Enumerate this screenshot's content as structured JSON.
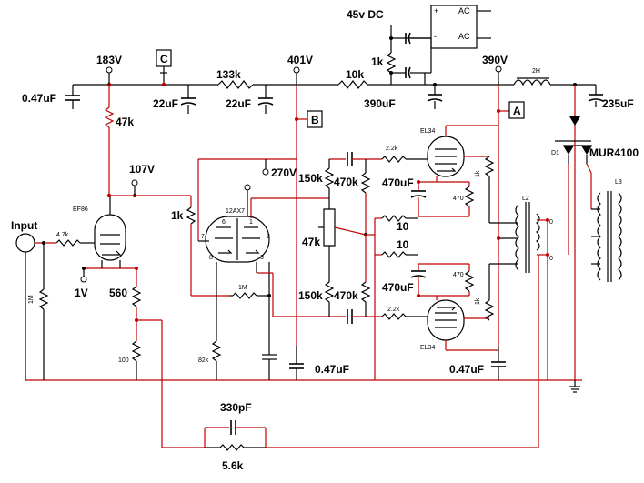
{
  "labels": {
    "supply_45v": "45v DC",
    "v183": "183V",
    "v401": "401V",
    "v390": "390V",
    "v107": "107V",
    "v270": "270V",
    "v1": "1V",
    "c047_left": "0.47uF",
    "c22_a": "22uF",
    "c22_b": "22uF",
    "c390": "390uF",
    "c235": "235uF",
    "r133k": "133k",
    "r10k": "10k",
    "r1k_top": "1k",
    "r47k_plate": "47k",
    "r1k_grid": "1k",
    "r150k_top": "150k",
    "r470k_top": "470k",
    "r47k_pot": "47k",
    "r150k_bot": "150k",
    "r470k_bot": "470k",
    "c470_top": "470uF",
    "c470_bot": "470uF",
    "r10_top": "10",
    "r10_bot": "10",
    "r560": "560",
    "c047_mid": "0.47uF",
    "c047_right": "0.47uF",
    "c330p": "330pF",
    "r5_6k": "5.6k",
    "input": "Input",
    "diode": "MUR4100",
    "choke": "2H",
    "box_c": "C",
    "box_b": "B",
    "box_a": "A",
    "ac1": "AC",
    "ac2": "AC",
    "plus": "+",
    "minus": "-",
    "tube_ef86": "EF86",
    "tube_12ax7": "12AX7",
    "tube_el34_top": "EL34",
    "tube_el34_bot": "EL34",
    "r4_7k": "4.7k",
    "r1m_in": "1M",
    "r100": "100",
    "r82k": "82k",
    "r1m_fb": "1M",
    "r2_2k_top": "2.2k",
    "r2_2k_bot": "2.2k",
    "r1k_el_top": "1k",
    "r1k_el_bot": "1k",
    "r470_top": "470",
    "r470_bot": "470",
    "l2": "L2",
    "l3": "L3",
    "d1": "D1",
    "pin7": "7",
    "pin2": "2",
    "pin8": "8",
    "pin3": "3",
    "pin1": "1",
    "pin6": "6",
    "pin0a": "0",
    "pin0b": "0"
  },
  "colors": {
    "wire": "#000000",
    "red_wire": "#c00000",
    "background": "#ffffff"
  }
}
